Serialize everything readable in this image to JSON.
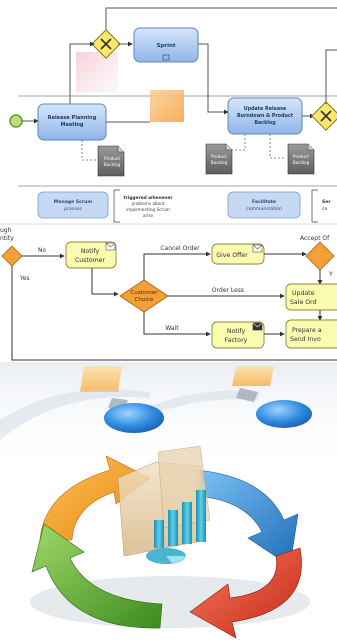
{
  "bpmn_top": {
    "sprint_label": "Sprint",
    "release_planning_label": [
      "Release Planning",
      "Meeting"
    ],
    "update_release_label": [
      "Update Release",
      "Burndown & Product",
      "Backlog"
    ],
    "product_backlog_label": [
      "Product",
      "Backlog"
    ],
    "manage_scrum_label": [
      "Manage Scrum",
      "process"
    ],
    "triggered_note": [
      "triggered whenever",
      "problems about",
      "implementing Scrum",
      "arise"
    ],
    "facilitate_label": [
      "Facilitate",
      "communication"
    ],
    "cut_right_label": [
      "Ser",
      "ce"
    ]
  },
  "order_flow": {
    "left_cut_label": [
      "ugh",
      "ntity"
    ],
    "no_label": "No",
    "yes_label": "Yes",
    "notify_customer_label": [
      "Notify",
      "Customer"
    ],
    "cancel_order_label": "Cancel Order",
    "give_offer_label": "Give Offer",
    "accept_offer_label": "Accept Of",
    "customer_choice_label": [
      "Customer",
      "Choice"
    ],
    "order_less_label": "Order Less",
    "update_sale_label": [
      "Update",
      "Sale Ord"
    ],
    "wait_label": "Wait",
    "notify_factory_label": [
      "Notify",
      "Factory"
    ],
    "prepare_label": [
      "Prepare a",
      "Send Invo"
    ],
    "y_label": "Y"
  },
  "colors": {
    "bpmn_task": "#a9c8ef",
    "flow_task": "#fbfbb0",
    "gateway_yellow": "#fff27a",
    "gateway_orange": "#f3a038",
    "cycle_orange": "#f39a1c",
    "cycle_red": "#e0402a",
    "cycle_green": "#5aa832",
    "cycle_blue": "#2e86d0",
    "bars": "#2aa8c8"
  }
}
